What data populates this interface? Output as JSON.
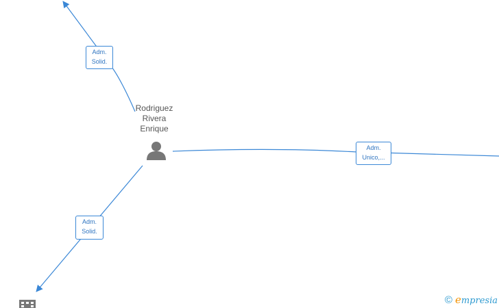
{
  "nodes": {
    "person": {
      "name_lines": [
        "Rodriguez",
        "Rivera",
        "Enrique"
      ],
      "icon": "person-icon"
    },
    "company_bottom_left": {
      "icon": "building-icon"
    }
  },
  "edges": [
    {
      "id": "edge-top",
      "label_lines": [
        "Adm.",
        "Solid."
      ]
    },
    {
      "id": "edge-right",
      "label_lines": [
        "Adm.",
        "Unico,..."
      ]
    },
    {
      "id": "edge-bottom",
      "label_lines": [
        "Adm.",
        "Solid."
      ]
    }
  ],
  "watermark": {
    "copyright": "©",
    "brand_first": "e",
    "brand_rest": "mpresia"
  },
  "colors": {
    "edge": "#3a87d6",
    "label_text": "#2e74c0",
    "node_icon": "#777777",
    "brand_blue": "#2e9ad0",
    "brand_orange": "#f39200"
  }
}
